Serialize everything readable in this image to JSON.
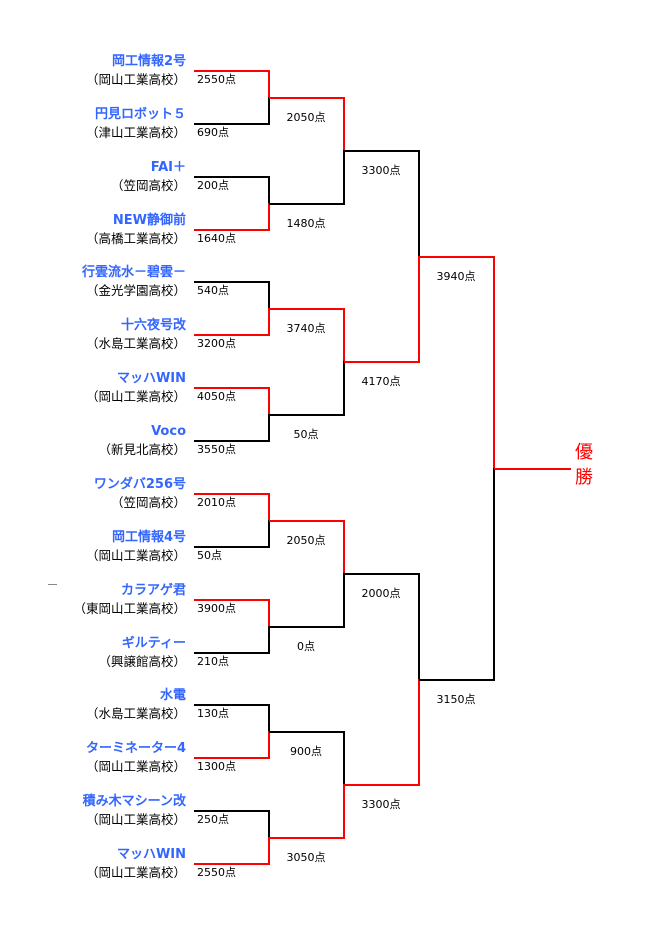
{
  "teams": [
    {
      "name": "岡工情報2号",
      "school": "（岡山工業高校）",
      "score": 2550
    },
    {
      "name": "円見ロボット５",
      "school": "（津山工業高校）",
      "score": 690
    },
    {
      "name": "FAI＋",
      "school": "（笠岡高校）",
      "score": 200
    },
    {
      "name": "NEW静御前",
      "school": "（高橋工業高校）",
      "score": 1640
    },
    {
      "name": "行雲流水－碧雲－",
      "school": "（金光学園高校）",
      "score": 540
    },
    {
      "name": "十六夜号改",
      "school": "（水島工業高校）",
      "score": 3200
    },
    {
      "name": "マッハWIN",
      "school": "（岡山工業高校）",
      "score": 4050
    },
    {
      "name": "Voco",
      "school": "（新見北高校）",
      "score": 3550
    },
    {
      "name": "ワンダバ256号",
      "school": "（笠岡高校）",
      "score": 2010
    },
    {
      "name": "岡工情報4号",
      "school": "（岡山工業高校）",
      "score": 50
    },
    {
      "name": "カラアゲ君",
      "school": "（東岡山工業高校）",
      "score": 3900
    },
    {
      "name": "ギルティー",
      "school": "（興譲館高校）",
      "score": 210
    },
    {
      "name": "水電",
      "school": "（水島工業高校）",
      "score": 130
    },
    {
      "name": "ターミネーター4",
      "school": "（岡山工業高校）",
      "score": 1300
    },
    {
      "name": "積み木マシーン改",
      "school": "（岡山工業高校）",
      "score": 250
    },
    {
      "name": "マッハWIN",
      "school": "（岡山工業高校）",
      "score": 2550
    }
  ],
  "round_scores": [
    [
      2050,
      1480,
      3740,
      50,
      2050,
      0,
      900,
      3050
    ],
    [
      3300,
      4170,
      2000,
      3300
    ],
    [
      3940,
      3150
    ]
  ],
  "score_unit": "点",
  "champion_label": [
    "優",
    "勝"
  ],
  "colors": {
    "winner": "#ff0000",
    "loser": "#000000",
    "team_name": "#3366ff"
  }
}
